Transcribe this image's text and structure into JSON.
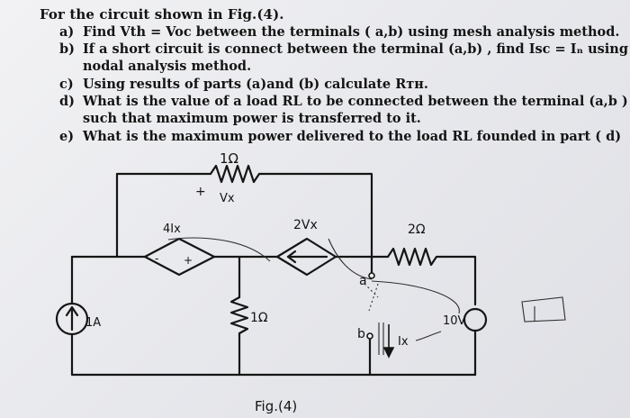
{
  "question": {
    "title": "For the circuit shown in Fig.(4).",
    "parts": [
      {
        "label": "a)",
        "lines": [
          "Find Vth = Voc between the terminals ( a,b) using mesh analysis method."
        ]
      },
      {
        "label": "b)",
        "lines": [
          "If a short circuit is connect between the terminal (a,b) , find Isc = Iₙ using",
          "nodal analysis method."
        ]
      },
      {
        "label": "c)",
        "lines": [
          "Using results of parts (a)and (b) calculate Rᴛʜ."
        ]
      },
      {
        "label": "d)",
        "lines": [
          "What is the value of a load RL to be connected between the terminal (a,b )",
          "such that maximum power is transferred to it."
        ]
      },
      {
        "label": "e)",
        "lines": [
          "What is the maximum power delivered to the load RL founded in part ( d)"
        ]
      }
    ]
  },
  "circuit": {
    "top_resistor": "1Ω",
    "vx_label": "Vx",
    "vx_plus": "+",
    "dep_source_1": "4Ix",
    "dep_source_2": "2Vx",
    "right_resistor": "2Ω",
    "terminal_a": "a",
    "terminal_b": "b",
    "current_source": "1A",
    "middle_resistor": "1Ω",
    "voltage_source": "10V",
    "ix_label": "Ix",
    "src_minus": "-",
    "src_plus": "+",
    "figure_caption": "Fig.(4)"
  }
}
